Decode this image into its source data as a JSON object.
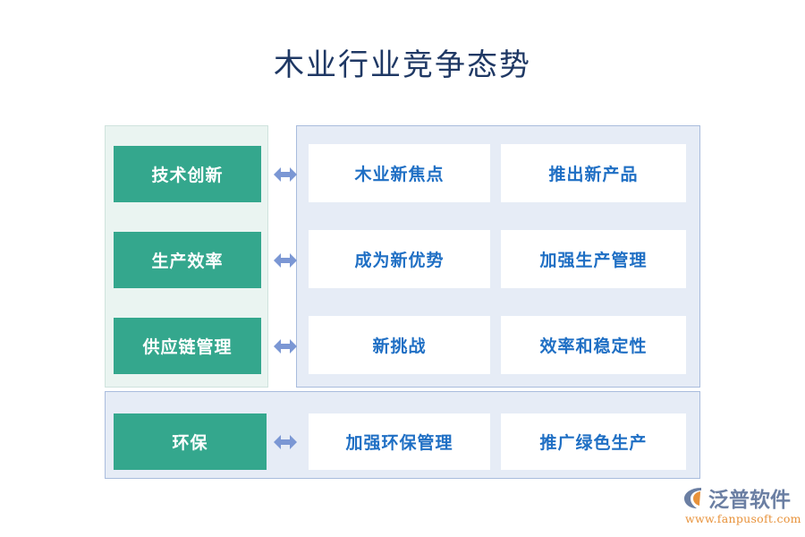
{
  "title": "木业行业竞争态势",
  "colors": {
    "title_text": "#1f3864",
    "category_box": "#34a78d",
    "category_text": "#ffffff",
    "item_text": "#1f6fc4",
    "item_box": "#ffffff",
    "panel_left_bg": "#eaf4f1",
    "panel_right_bg": "#e6ecf6",
    "arrow": "#7b97d4",
    "logo_text": "#6b7fa3",
    "logo_url": "#e8923a"
  },
  "rows": [
    {
      "category": "技术创新",
      "items": [
        "木业新焦点",
        "推出新产品"
      ]
    },
    {
      "category": "生产效率",
      "items": [
        "成为新优势",
        "加强生产管理"
      ]
    },
    {
      "category": "供应链管理",
      "items": [
        "新挑战",
        "效率和稳定性"
      ]
    }
  ],
  "bottom_row": {
    "category": "环保",
    "items": [
      "加强环保管理",
      "推广绿色生产"
    ]
  },
  "logo": {
    "name": "泛普软件",
    "url": "www.fanpusoft.com"
  }
}
